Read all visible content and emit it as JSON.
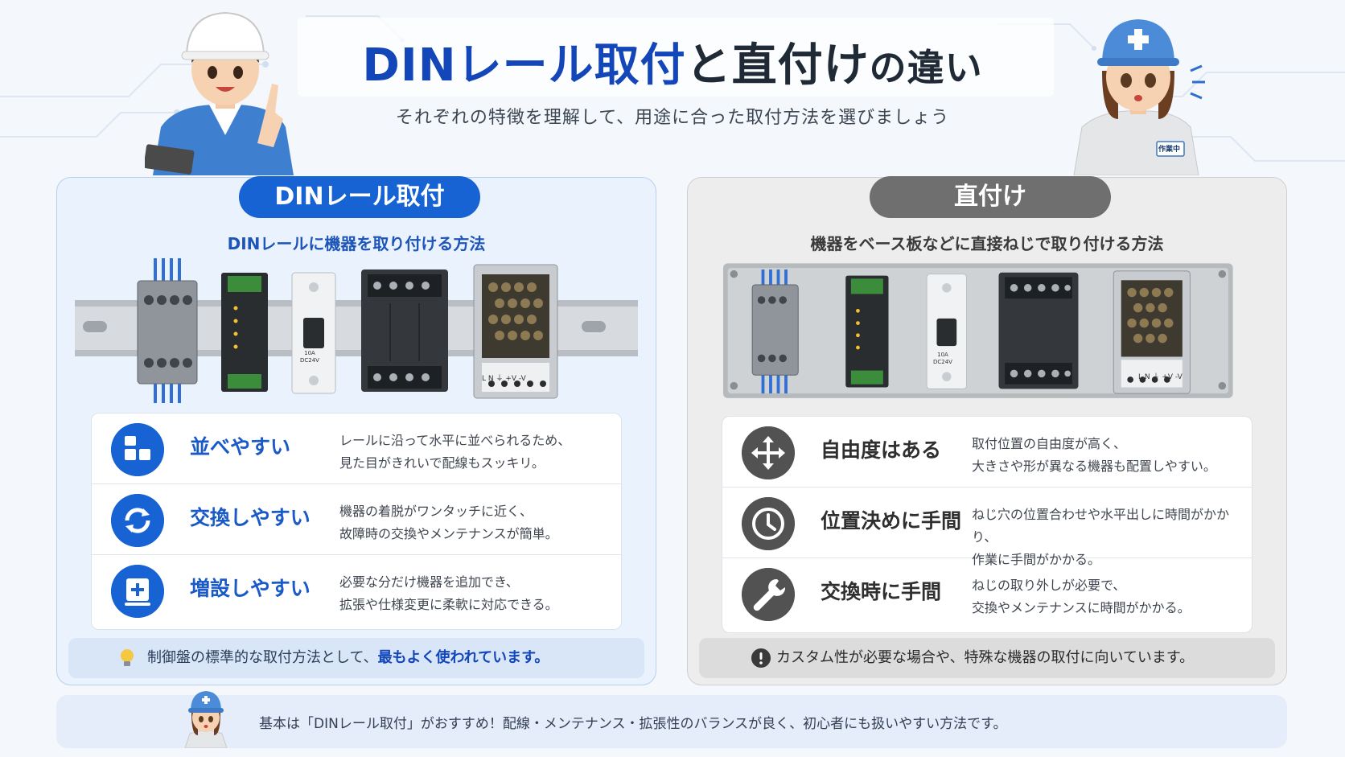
{
  "header": {
    "title_part1": "DINレール取付",
    "title_part2": "と直付け",
    "title_part3": "の違い",
    "subtitle": "それぞれの特徴を理解して、用途に合った取付方法を選びましょう"
  },
  "left_panel": {
    "label": "DINレール取付",
    "description": "DINレールに機器を取り付ける方法",
    "breaker_label": "10A DC24V",
    "psu_terminals": "L N ⏚ +V -V",
    "features": [
      {
        "icon": "blocks-icon",
        "title": "並べやすい",
        "text1": "レールに沿って水平に並べられるため、",
        "text2": "見た目がきれいで配線もスッキリ。"
      },
      {
        "icon": "refresh-icon",
        "title": "交換しやすい",
        "text1": "機器の着脱がワンタッチに近く、",
        "text2": "故障時の交換やメンテナンスが簡単。"
      },
      {
        "icon": "add-box-icon",
        "title": "増設しやすい",
        "text1": "必要な分だけ機器を追加でき、",
        "text2": "拡張や仕様変更に柔軟に対応できる。"
      }
    ],
    "note_prefix": "制御盤の標準的な取付方法として、",
    "note_strong": "最もよく使われています。"
  },
  "right_panel": {
    "label": "直付け",
    "description": "機器をベース板などに直接ねじで取り付ける方法",
    "breaker_label": "10A DC24V",
    "psu_terminals": "L N ⏚ +V -V",
    "features": [
      {
        "icon": "move-arrows-icon",
        "title": "自由度はある",
        "text1": "取付位置の自由度が高く、",
        "text2": "大きさや形が異なる機器も配置しやすい。"
      },
      {
        "icon": "clock-icon",
        "title": "位置決めに手間",
        "text1": "ねじ穴の位置合わせや水平出しに時間がかかり、",
        "text2": "作業に手間がかかる。"
      },
      {
        "icon": "wrench-icon",
        "title": "交換時に手間",
        "text1": "ねじの取り外しが必要で、",
        "text2": "交換やメンテナンスに時間がかかる。"
      }
    ],
    "note": "カスタム性が必要な場合や、特殊な機器の取付に向いています。"
  },
  "characters": {
    "female_badge": "作業中"
  },
  "footer": {
    "text": "基本は「DINレール取付」がおすすめ！配線・メンテナンス・拡張性のバランスが良く、初心者にも扱いやすい方法です。"
  },
  "colors": {
    "primary_blue": "#1763d4",
    "title_blue": "#1346b8",
    "gray_pill": "#6f6f6f",
    "icon_gray": "#525252"
  }
}
